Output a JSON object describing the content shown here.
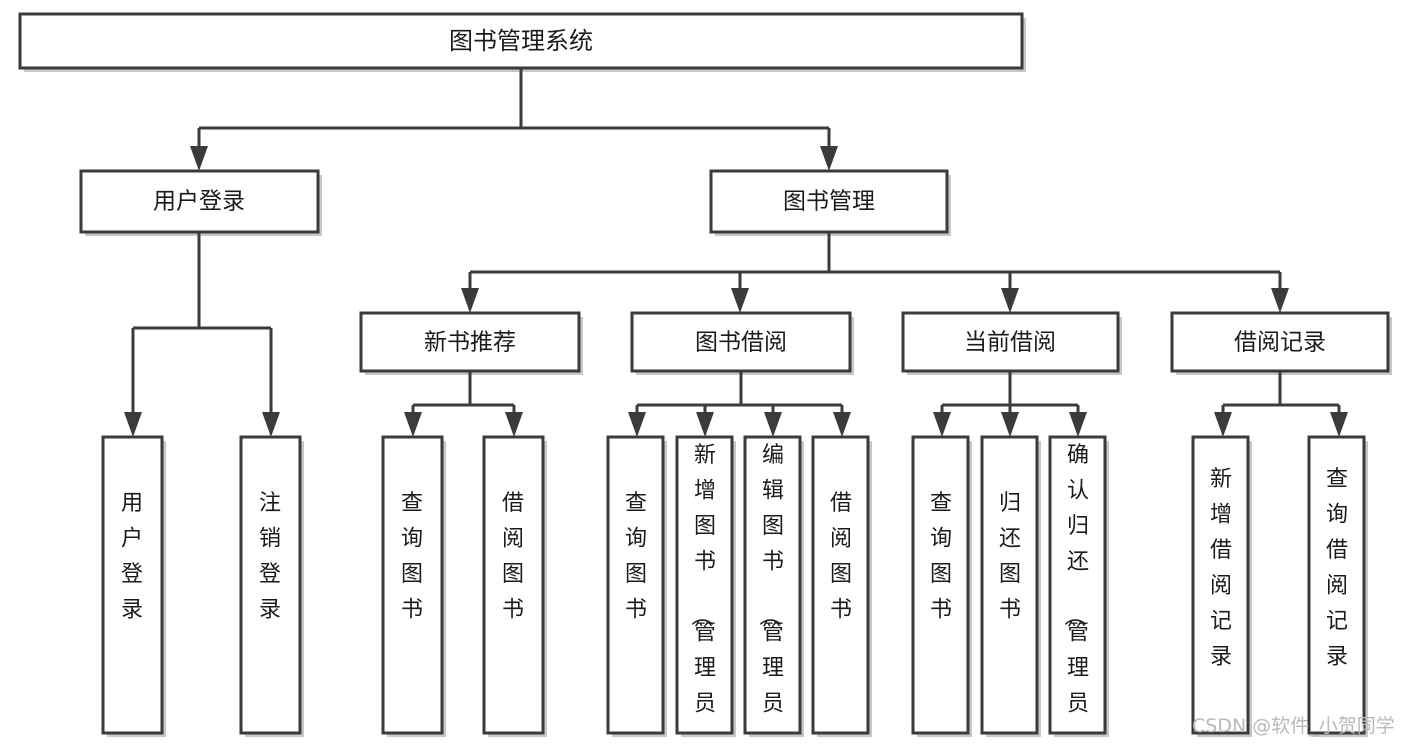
{
  "diagram": {
    "title": "图书管理系统",
    "type": "tree-hierarchy-chart",
    "root": {
      "id": "root",
      "label": "图书管理系统"
    },
    "level2": [
      {
        "id": "user-login",
        "label": "用户登录"
      },
      {
        "id": "book-management",
        "label": "图书管理"
      }
    ],
    "level3": [
      {
        "id": "new-book-recommend",
        "label": "新书推荐",
        "parent": "book-management"
      },
      {
        "id": "book-borrow",
        "label": "图书借阅",
        "parent": "book-management"
      },
      {
        "id": "current-borrow",
        "label": "当前借阅",
        "parent": "book-management"
      },
      {
        "id": "borrow-record",
        "label": "借阅记录",
        "parent": "book-management"
      }
    ],
    "leaves": [
      {
        "id": "leaf-user-login",
        "label": "用户登录",
        "parent": "user-login"
      },
      {
        "id": "leaf-logout",
        "label": "注销登录",
        "parent": "user-login"
      },
      {
        "id": "leaf-query-book-1",
        "label": "查询图书",
        "parent": "new-book-recommend"
      },
      {
        "id": "leaf-borrow-book-1",
        "label": "借阅图书",
        "parent": "new-book-recommend"
      },
      {
        "id": "leaf-query-book-2",
        "label": "查询图书",
        "parent": "book-borrow"
      },
      {
        "id": "leaf-add-book",
        "label": "新增图书（管理员）",
        "parent": "book-borrow"
      },
      {
        "id": "leaf-edit-book",
        "label": "编辑图书（管理员）",
        "parent": "book-borrow"
      },
      {
        "id": "leaf-borrow-book-2",
        "label": "借阅图书",
        "parent": "book-borrow"
      },
      {
        "id": "leaf-query-book-3",
        "label": "查询图书",
        "parent": "current-borrow"
      },
      {
        "id": "leaf-return-book",
        "label": "归还图书",
        "parent": "current-borrow"
      },
      {
        "id": "leaf-confirm-return",
        "label": "确认归还（管理员）",
        "parent": "current-borrow"
      },
      {
        "id": "leaf-add-record",
        "label": "新增借阅记录",
        "parent": "borrow-record"
      },
      {
        "id": "leaf-query-record",
        "label": "查询借阅记录",
        "parent": "borrow-record"
      }
    ],
    "watermark": "CSDN @软件_小贺同学",
    "colors": {
      "box_fill": "#ffffff",
      "box_stroke": "#3b3b3b",
      "connector": "#3b3b3b",
      "text": "#1b1b1b",
      "watermark": "#b9b9b9",
      "background": "#ffffff"
    }
  }
}
